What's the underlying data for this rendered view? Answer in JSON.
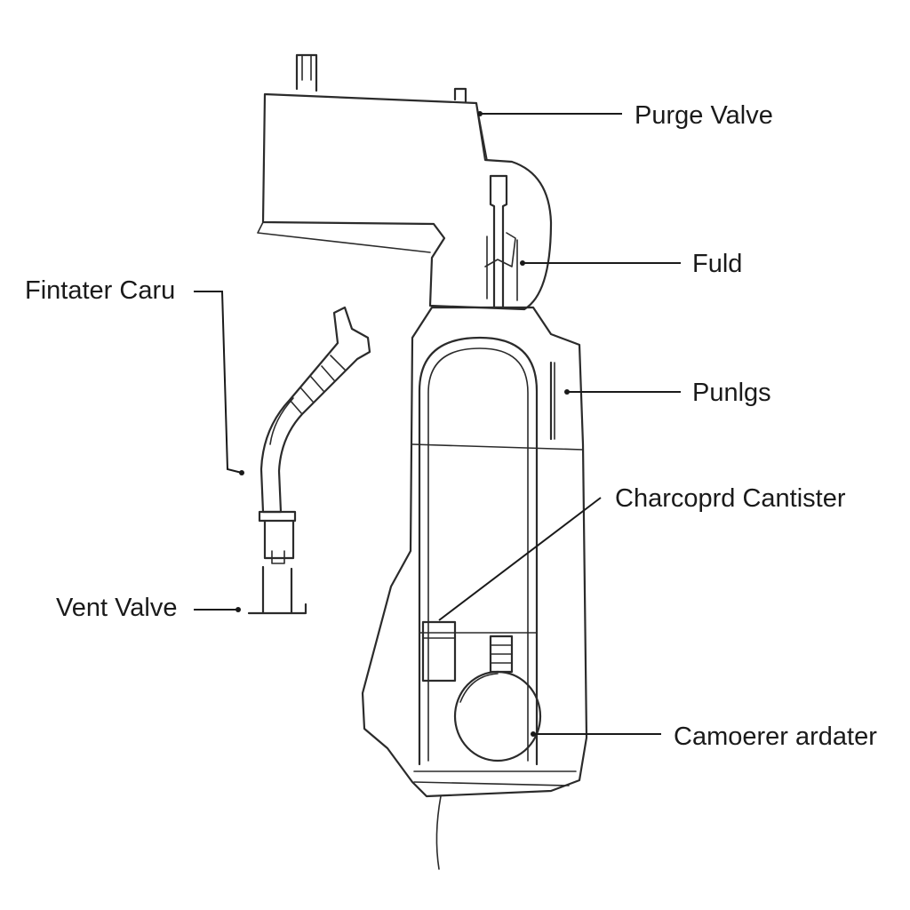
{
  "labels": {
    "purge_valve": "Purge Valve",
    "fuld": "Fuld",
    "punlgs": "Punlgs",
    "charcoprd_cantister": "Charcoprd Cantister",
    "camoerer_ardater": "Camoerer ardater",
    "fintater_caru": "Fintater Caru",
    "vent_valve": "Vent Valve"
  },
  "colors": {
    "ink": "#2b2b2b",
    "background": "#ffffff"
  }
}
